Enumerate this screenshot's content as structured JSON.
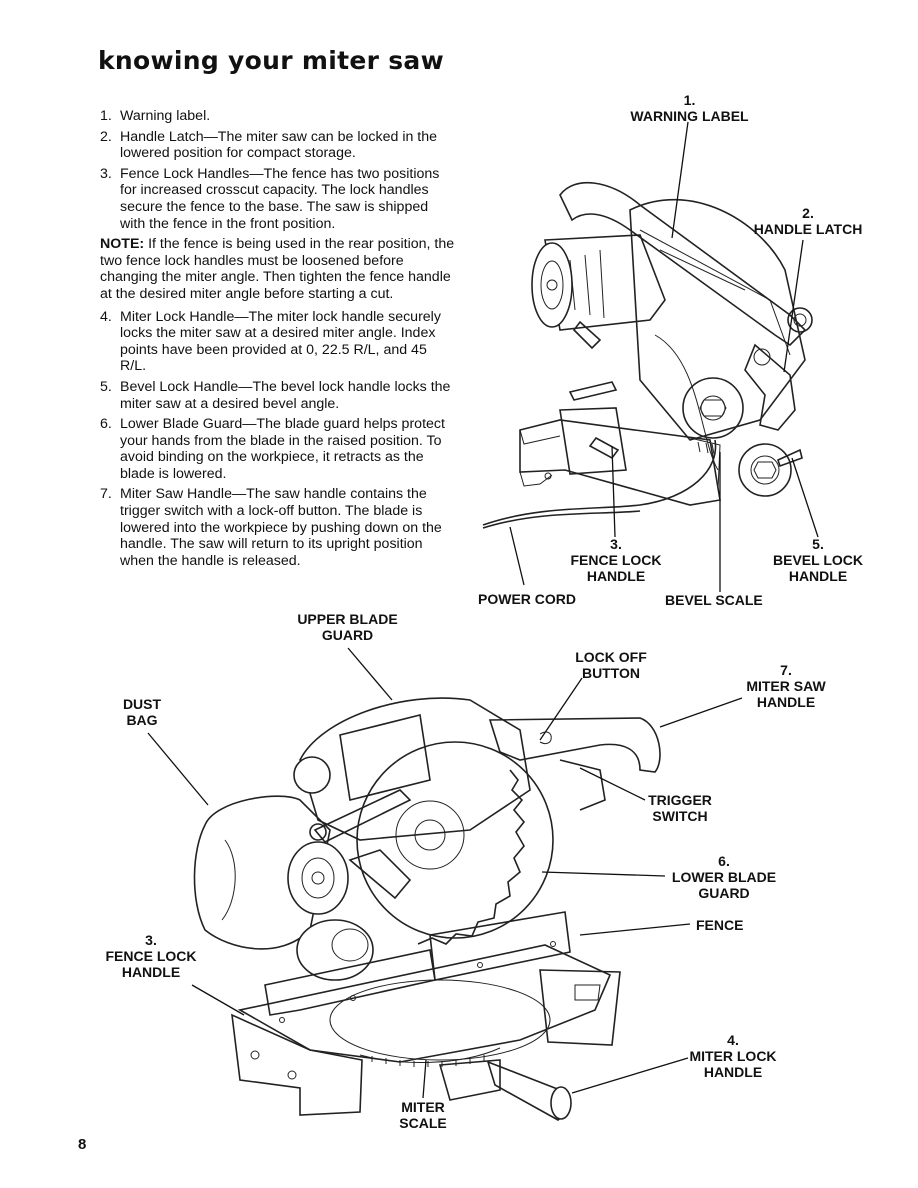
{
  "page": {
    "title": "knowing your miter saw",
    "page_number": "8"
  },
  "items": [
    {
      "num": "1.",
      "text": "Warning label."
    },
    {
      "num": "2.",
      "text": "Handle Latch—The miter saw can be locked in the lowered position for compact storage."
    },
    {
      "num": "3.",
      "text": "Fence Lock Handles—The fence has two positions for increased crosscut capacity. The lock handles secure the fence to the base. The saw is shipped with the fence in the front position."
    },
    {
      "num": "4.",
      "text": "Miter Lock Handle—The miter lock handle securely locks the miter saw at a desired miter angle. Index points have been provided at 0, 22.5 R/L, and 45 R/L."
    },
    {
      "num": "5.",
      "text": "Bevel Lock Handle—The bevel lock handle locks the miter saw at a desired bevel angle."
    },
    {
      "num": "6.",
      "text": "Lower Blade Guard—The blade guard helps protect your hands from the blade in the raised position. To avoid binding on the workpiece, it retracts as the blade is lowered."
    },
    {
      "num": "7.",
      "text": "Miter Saw Handle—The saw handle contains the trigger switch with a lock-off button. The blade is lowered into the workpiece by pushing down on the handle. The saw will return to its upright position when the handle is released."
    }
  ],
  "note": {
    "label": "NOTE:",
    "text": "If the fence is being used in the rear position, the two fence lock handles must be loosened before changing the miter angle. Then tighten the fence handle at the desired miter angle before starting a cut."
  },
  "diagram_top": {
    "warning_label": {
      "num": "1.",
      "text": "WARNING LABEL"
    },
    "handle_latch": {
      "num": "2.",
      "text": "HANDLE LATCH"
    },
    "fence_lock_handle": {
      "num": "3.",
      "line1": "FENCE LOCK",
      "line2": "HANDLE"
    },
    "bevel_lock_handle": {
      "num": "5.",
      "line1": "BEVEL LOCK",
      "line2": "HANDLE"
    },
    "power_cord": "POWER CORD",
    "bevel_scale": "BEVEL SCALE"
  },
  "diagram_bottom": {
    "upper_blade_guard": {
      "line1": "UPPER BLADE",
      "line2": "GUARD"
    },
    "dust_bag": {
      "line1": "DUST",
      "line2": "BAG"
    },
    "lock_off_button": {
      "line1": "LOCK OFF",
      "line2": "BUTTON"
    },
    "miter_saw_handle": {
      "num": "7.",
      "line1": "MITER SAW",
      "line2": "HANDLE"
    },
    "trigger_switch": {
      "line1": "TRIGGER",
      "line2": "SWITCH"
    },
    "lower_blade_guard": {
      "num": "6.",
      "line1": "LOWER BLADE",
      "line2": "GUARD"
    },
    "fence": "FENCE",
    "fence_lock_handle": {
      "num": "3.",
      "line1": "FENCE LOCK",
      "line2": "HANDLE"
    },
    "miter_lock_handle": {
      "num": "4.",
      "line1": "MITER LOCK",
      "line2": "HANDLE"
    },
    "miter_scale": {
      "line1": "MITER",
      "line2": "SCALE"
    }
  }
}
